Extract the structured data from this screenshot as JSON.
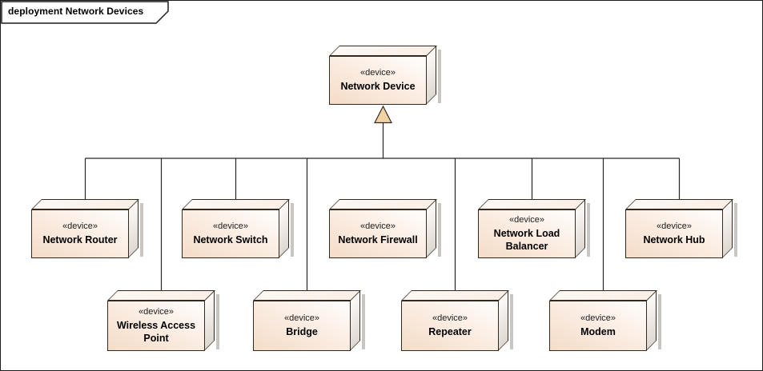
{
  "frame": {
    "title": "deployment Network Devices",
    "type": "uml-deployment-diagram-frame"
  },
  "nodes": {
    "device": {
      "stereotype": "«device»",
      "name": "Network Device"
    },
    "router": {
      "stereotype": "«device»",
      "name": "Network Router"
    },
    "switch": {
      "stereotype": "«device»",
      "name": "Network Switch"
    },
    "firewall": {
      "stereotype": "«device»",
      "name": "Network Firewall"
    },
    "load_balancer": {
      "stereotype": "«device»",
      "name": "Network Load Balancer"
    },
    "hub": {
      "stereotype": "«device»",
      "name": "Network Hub"
    },
    "wireless_access_point": {
      "stereotype": "«device»",
      "name": "Wireless Access Point"
    },
    "bridge": {
      "stereotype": "«device»",
      "name": "Bridge"
    },
    "repeater": {
      "stereotype": "«device»",
      "name": "Repeater"
    },
    "modem": {
      "stereotype": "«device»",
      "name": "Modem"
    }
  },
  "relationship": {
    "type": "generalization",
    "arrowhead": "hollow-triangle",
    "parent": "Network Device",
    "children": [
      "Network Router",
      "Network Switch",
      "Network Firewall",
      "Network Load Balancer",
      "Network Hub",
      "Wireless Access Point",
      "Bridge",
      "Repeater",
      "Modem"
    ]
  },
  "colors": {
    "frame_border": "#1c1c1c",
    "node_border": "#33291f",
    "node_fill_light": "#fffefd",
    "node_fill_dark": "#f4dcc7",
    "node_shadow": "#c9c5c1",
    "arrow_fill": "#f1d3a3",
    "line_color": "#262626"
  }
}
